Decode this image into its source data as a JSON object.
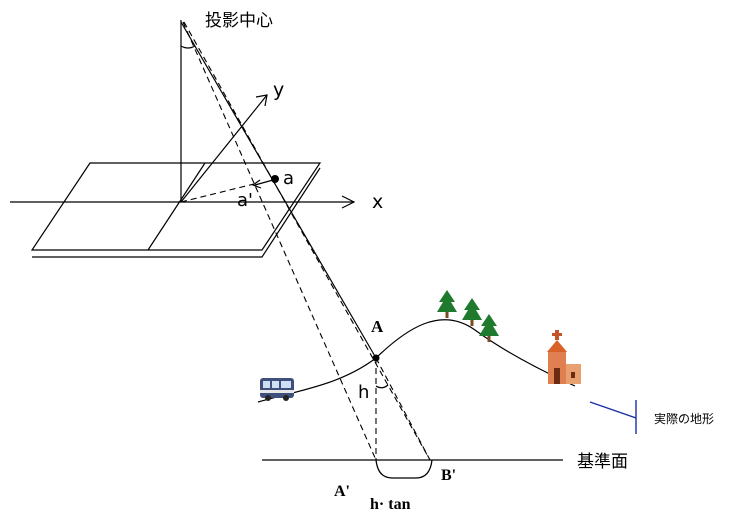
{
  "labels": {
    "projection_center": "投影中心",
    "axis_x": "x",
    "axis_y": "y",
    "image_point": "a",
    "image_point_prime": "a'",
    "ground_point": "A",
    "height": "h",
    "base_point": "A'",
    "displaced_point": "B'",
    "displacement": "h· tan",
    "reference_plane": "基準面",
    "actual_terrain": "実際の地形"
  },
  "icons": [
    "bus-icon",
    "tree-icon",
    "tree-icon",
    "tree-icon",
    "church-icon"
  ],
  "colors": {
    "line": "#000000",
    "terrain_callout": "#1a2fa8",
    "tree": "#1f7a2e",
    "church": "#d9622b"
  }
}
